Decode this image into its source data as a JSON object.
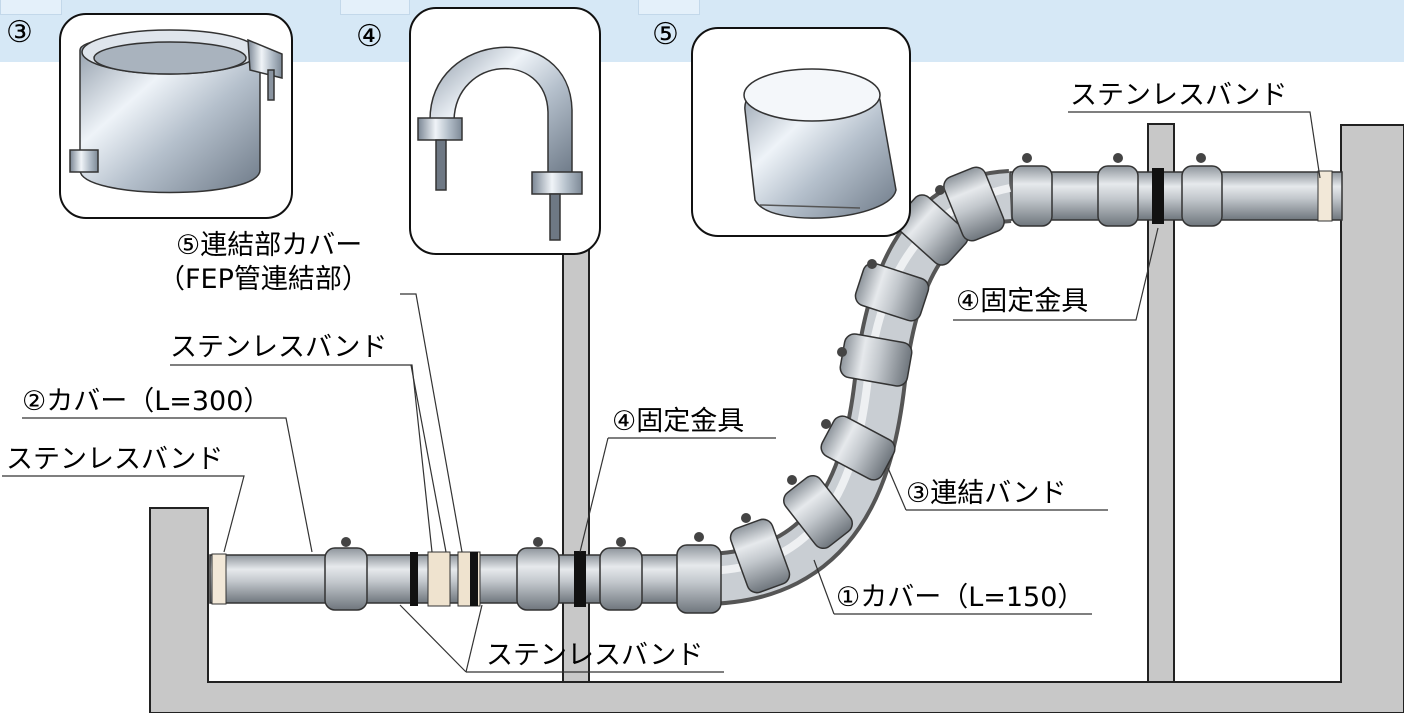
{
  "inset_numbers": [
    "③",
    "④",
    "⑤"
  ],
  "labels": {
    "band_top_right": "ステンレスバンド",
    "fixing_upper": "④固定金具",
    "joint_cover": "⑤連結部カバー",
    "joint_cover_sub": "（FEP管連結部）",
    "band_left_upper": "ステンレスバンド",
    "cover_300": "②カバー（L=300）",
    "band_left": "ステンレスバンド",
    "fixing_lower": "④固定金具",
    "joint_band": "③連結バンド",
    "cover_150": "①カバー（L=150）",
    "band_bottom": "ステンレスバンド"
  },
  "colors": {
    "header_band": "#d6e8f6",
    "wall_fill": "#c8c8c8",
    "pipe_fill": "#b4b8bc",
    "metal_light": "#dfe6ee",
    "metal_dark": "#7f8b98"
  }
}
